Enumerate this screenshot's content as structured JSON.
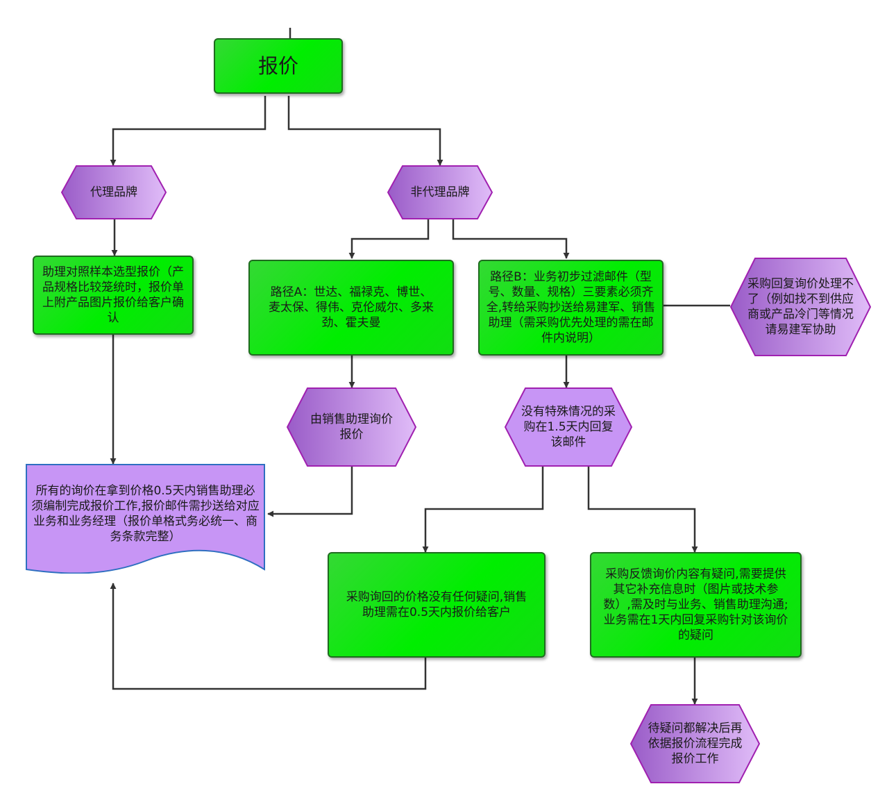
{
  "start": {
    "label": "报价"
  },
  "branches": {
    "agent": "代理品牌",
    "non_agent": "非代理品牌"
  },
  "agent_step": "助理对照样本选型报价（产品规格比较笼统时，报价单上附产品图片报价给客户确认",
  "path_a": "路径A：世达、福禄克、博世、麦太保、得伟、克伦威尔、多来劲、霍夫曼",
  "path_a_next": "由销售助理询价报价",
  "path_b": "路径B：业务初步过滤邮件（型号、数量、规格）三要素必须齐全,转给采购抄送给易建军、销售助理（需采购优先处理的需在邮件内说明）",
  "path_b_exception": "采购回复询价处理不了（例如找不到供应商或产品冷门等情况请易建军协助",
  "path_b_normal": "没有特殊情况的采购在1.5天内回复该邮件",
  "summary": "所有的询价在拿到价格0.5天内销售助理必须编制完成报价工作,报价邮件需抄送给对应业务和业务经理（报价单格式务必统一、商务条款完整）",
  "no_doubt": "采购询回的价格没有任何疑问,销售助理需在0.5天内报价给客户",
  "doubt": "采购反馈询价内容有疑问,需要提供其它补充信息时（图片或技术参数）,需及时与业务、销售助理沟通;业务需在1天内回复采购针对该询价的疑问",
  "final": "待疑问都解决后再依据报价流程完成报价工作",
  "colors": {
    "rect_fill": "#00ee00",
    "rect_border": "#1f6b1f",
    "hex_fill_light": "#d4a8f5",
    "hex_fill_dark": "#9a5cc8",
    "hex_border": "#a020b0",
    "doc_fill": "#c795f5",
    "doc_border": "#2e6fc0",
    "wire": "#333333"
  }
}
